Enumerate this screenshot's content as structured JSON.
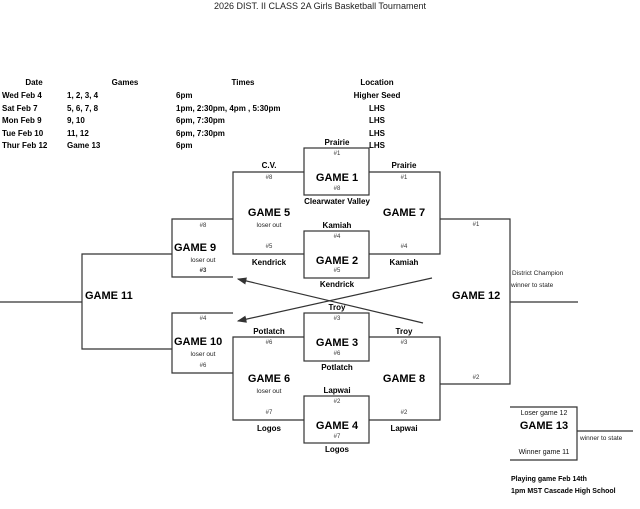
{
  "title": "2026 DIST. II CLASS 2A Girls Basketball Tournament",
  "schedule": {
    "headers": {
      "date": "Date",
      "games": "Games",
      "times": "Times",
      "location": "Location"
    },
    "rows": [
      {
        "date": "Wed Feb 4",
        "games": "1, 2, 3, 4",
        "times": "6pm",
        "location": "Higher Seed"
      },
      {
        "date": "Sat Feb 7",
        "games": "5, 6, 7, 8",
        "times": "1pm, 2:30pm, 4pm , 5:30pm",
        "location": "LHS"
      },
      {
        "date": "Mon Feb 9",
        "games": "9, 10",
        "times": "6pm, 7:30pm",
        "location": "LHS"
      },
      {
        "date": "Tue Feb 10",
        "games": "11, 12",
        "times": "6pm, 7:30pm",
        "location": "LHS"
      },
      {
        "date": "Thur Feb 12",
        "games": "Game 13",
        "times": "6pm",
        "location": "LHS"
      }
    ]
  },
  "bracket": {
    "game1": {
      "label": "GAME 1",
      "top_team": "Prairie",
      "top_seed": "#1",
      "bottom_team": "Clearwater Valley",
      "bottom_seed": "#8"
    },
    "game2": {
      "label": "GAME 2",
      "top_team": "Kamiah",
      "top_seed": "#4",
      "bottom_team": "Kendrick",
      "bottom_seed": "#5"
    },
    "game3": {
      "label": "GAME 3",
      "top_team": "Troy",
      "top_seed": "#3",
      "bottom_team": "Potlatch",
      "bottom_seed": "#6"
    },
    "game4": {
      "label": "GAME 4",
      "top_team": "Lapwai",
      "top_seed": "#2",
      "bottom_team": "Logos",
      "bottom_seed": "#7"
    },
    "game5": {
      "label": "GAME 5",
      "note": "loser out",
      "top_team": "C.V.",
      "top_seed": "#8",
      "bottom_team": "Kendrick",
      "bottom_seed": "#5"
    },
    "game6": {
      "label": "GAME 6",
      "note": "loser out",
      "top_team": "Potlatch",
      "top_seed": "#6",
      "bottom_team": "Logos",
      "bottom_seed": "#7"
    },
    "game7": {
      "label": "GAME 7",
      "top_team": "Prairie",
      "top_seed": "#1",
      "bottom_team": "Kamiah",
      "bottom_seed": "#4"
    },
    "game8": {
      "label": "GAME 8",
      "top_team": "Troy",
      "top_seed": "#3",
      "bottom_team": "Lapwai",
      "bottom_seed": "#2"
    },
    "game9": {
      "label": "GAME 9",
      "note": "loser out",
      "top_seed": "#8",
      "bottom_seed": "#3"
    },
    "game10": {
      "label": "GAME 10",
      "note": "loser out",
      "top_seed": "#4",
      "bottom_seed": "#6"
    },
    "game11": {
      "label": "GAME 11"
    },
    "game12": {
      "label": "GAME 12",
      "top_seed": "#1",
      "bottom_seed": "#2",
      "note1": "District Champion",
      "note2": "winner to state"
    },
    "game13": {
      "label": "GAME 13",
      "top_note": "Loser game 12",
      "bottom_note": "Winner game 11",
      "exit_note": "winner to state"
    }
  },
  "footer": {
    "line1": "Playing game Feb 14th",
    "line2": "1pm MST Cascade High School"
  }
}
